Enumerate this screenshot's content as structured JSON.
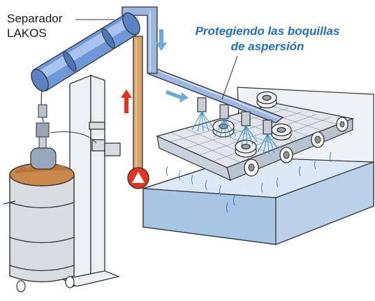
{
  "labels": {
    "separator_line1": "Separador",
    "separator_line2": "LAKOS",
    "title_line1": "Protegiendo las boquillas",
    "title_line2": "de aspersión"
  },
  "colors": {
    "title": "#1f6fc6",
    "pipe_blue": "#8fb0e0",
    "pipe_return": "#d9a56b",
    "arrow_up": "#e8321e",
    "arrow_down": "#6aa9d8",
    "pump": "#e8321e",
    "water": "#b9d5ee",
    "conveyor": "#d6dde6",
    "sludge": "#c8894a"
  },
  "icons": {
    "flow_up": "arrow-up-icon",
    "flow_down": "arrow-down-icon",
    "flow_right": "arrow-right-icon",
    "pump": "pump-triangle-icon"
  }
}
